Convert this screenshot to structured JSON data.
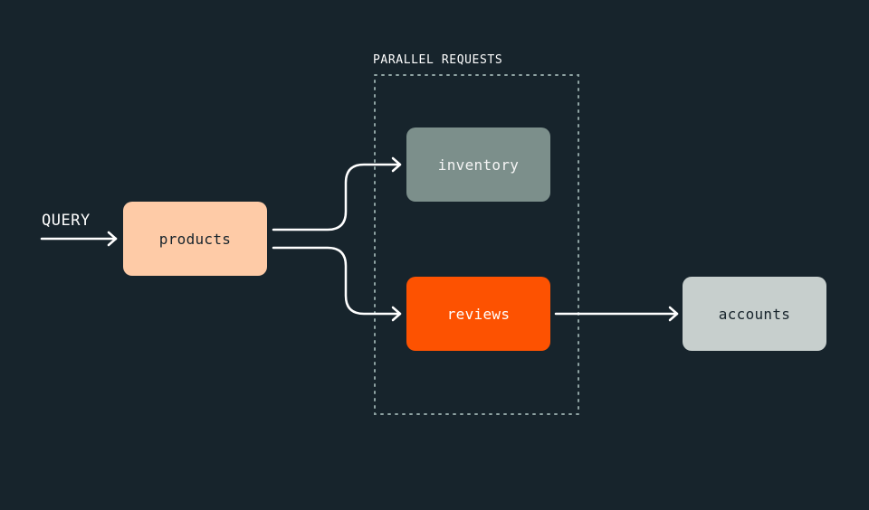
{
  "diagram": {
    "input_label": "QUERY",
    "group_label": "PARALLEL REQUESTS",
    "nodes": {
      "products": "products",
      "inventory": "inventory",
      "reviews": "reviews",
      "accounts": "accounts"
    },
    "edges": [
      {
        "from": "QUERY",
        "to": "products"
      },
      {
        "from": "products",
        "to": "inventory"
      },
      {
        "from": "products",
        "to": "reviews"
      },
      {
        "from": "reviews",
        "to": "accounts"
      }
    ],
    "colors": {
      "background": "#17242c",
      "products": "#fecba7",
      "inventory": "#7c8f8b",
      "reviews": "#fd5201",
      "accounts": "#c7cfcd",
      "lines": "#ffffff",
      "group_border": "#8fa3a3"
    }
  }
}
